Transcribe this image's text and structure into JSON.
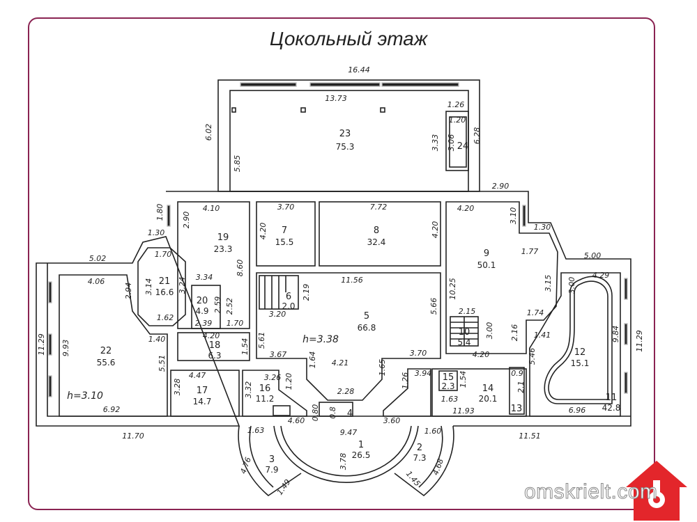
{
  "title": "Цокольный этаж",
  "watermark": "omskrielt.com",
  "colors": {
    "frame": "#8a2352",
    "logo": "#e3262b",
    "walls": "#222222"
  },
  "rooms": {
    "r1": {
      "num": "1",
      "area": "26.5"
    },
    "r2": {
      "num": "2",
      "area": "7.3"
    },
    "r3": {
      "num": "3",
      "area": "7.9"
    },
    "r4": {
      "num": "4"
    },
    "r5": {
      "num": "5",
      "area": "66.8"
    },
    "r6": {
      "num": "6",
      "area": "2.0"
    },
    "r7": {
      "num": "7",
      "area": "15.5"
    },
    "r8": {
      "num": "8",
      "area": "32.4"
    },
    "r9": {
      "num": "9",
      "area": "50.1"
    },
    "r10": {
      "num": "10",
      "area": "5.4"
    },
    "r11": {
      "num": "11",
      "area": "42.8"
    },
    "r12": {
      "num": "12",
      "area": "15.1"
    },
    "r13": {
      "num": "13"
    },
    "r14": {
      "num": "14",
      "area": "20.1"
    },
    "r15": {
      "num": "15",
      "area": "2.3"
    },
    "r16": {
      "num": "16",
      "area": "11.2"
    },
    "r17": {
      "num": "17",
      "area": "14.7"
    },
    "r18": {
      "num": "18",
      "area": "6.3"
    },
    "r19": {
      "num": "19",
      "area": "23.3"
    },
    "r20": {
      "num": "20",
      "area": "4.9"
    },
    "r21": {
      "num": "21",
      "area": "16.6"
    },
    "r22": {
      "num": "22",
      "area": "55.6"
    },
    "r23": {
      "num": "23",
      "area": "75.3"
    },
    "r24": {
      "num": "24"
    }
  },
  "heights": [
    "h=3.38",
    "h=3.10"
  ],
  "dims": [
    "16.44",
    "13.73",
    "6.02",
    "5.85",
    "1.26",
    "1.20",
    "3.33",
    "3.06",
    "6.28",
    "2.90",
    "1.80",
    "4.10",
    "2.90",
    "3.70",
    "4.20",
    "7.72",
    "4.20",
    "4.20",
    "3.10",
    "1.30",
    "1.30",
    "1.70",
    "1.77",
    "5.02",
    "4.06",
    "2.94",
    "3.14",
    "3.24",
    "3.34",
    "8.60",
    "2.52",
    "2.59",
    "1.62",
    "2.39",
    "1.70",
    "4.20",
    "1.40",
    "1.54",
    "5.61",
    "2.19",
    "11.56",
    "3.20",
    "5.66",
    "3.70",
    "4.21",
    "1.64",
    "1.65",
    "3.67",
    "5.00",
    "4.29",
    "3.00",
    "3.15",
    "10.25",
    "2.15",
    "1.74",
    "3.00",
    "2.16",
    "1.41",
    "9.84",
    "11.29",
    "5.46",
    "4.20",
    "11.29",
    "9.93",
    "5.51",
    "4.47",
    "3.26",
    "1.20",
    "1.26",
    "3.94",
    "1.54",
    "0.9",
    "2.1",
    "3.28",
    "3.32",
    "2.28",
    "0.80",
    "0.8",
    "4.60",
    "3.60",
    "1.63",
    "11.93",
    "6.92",
    "6.96",
    "11.70",
    "9.47",
    "1.63",
    "1.60",
    "11.51",
    "3.78",
    "4.76",
    "4.68",
    "1.49",
    "1.45"
  ]
}
